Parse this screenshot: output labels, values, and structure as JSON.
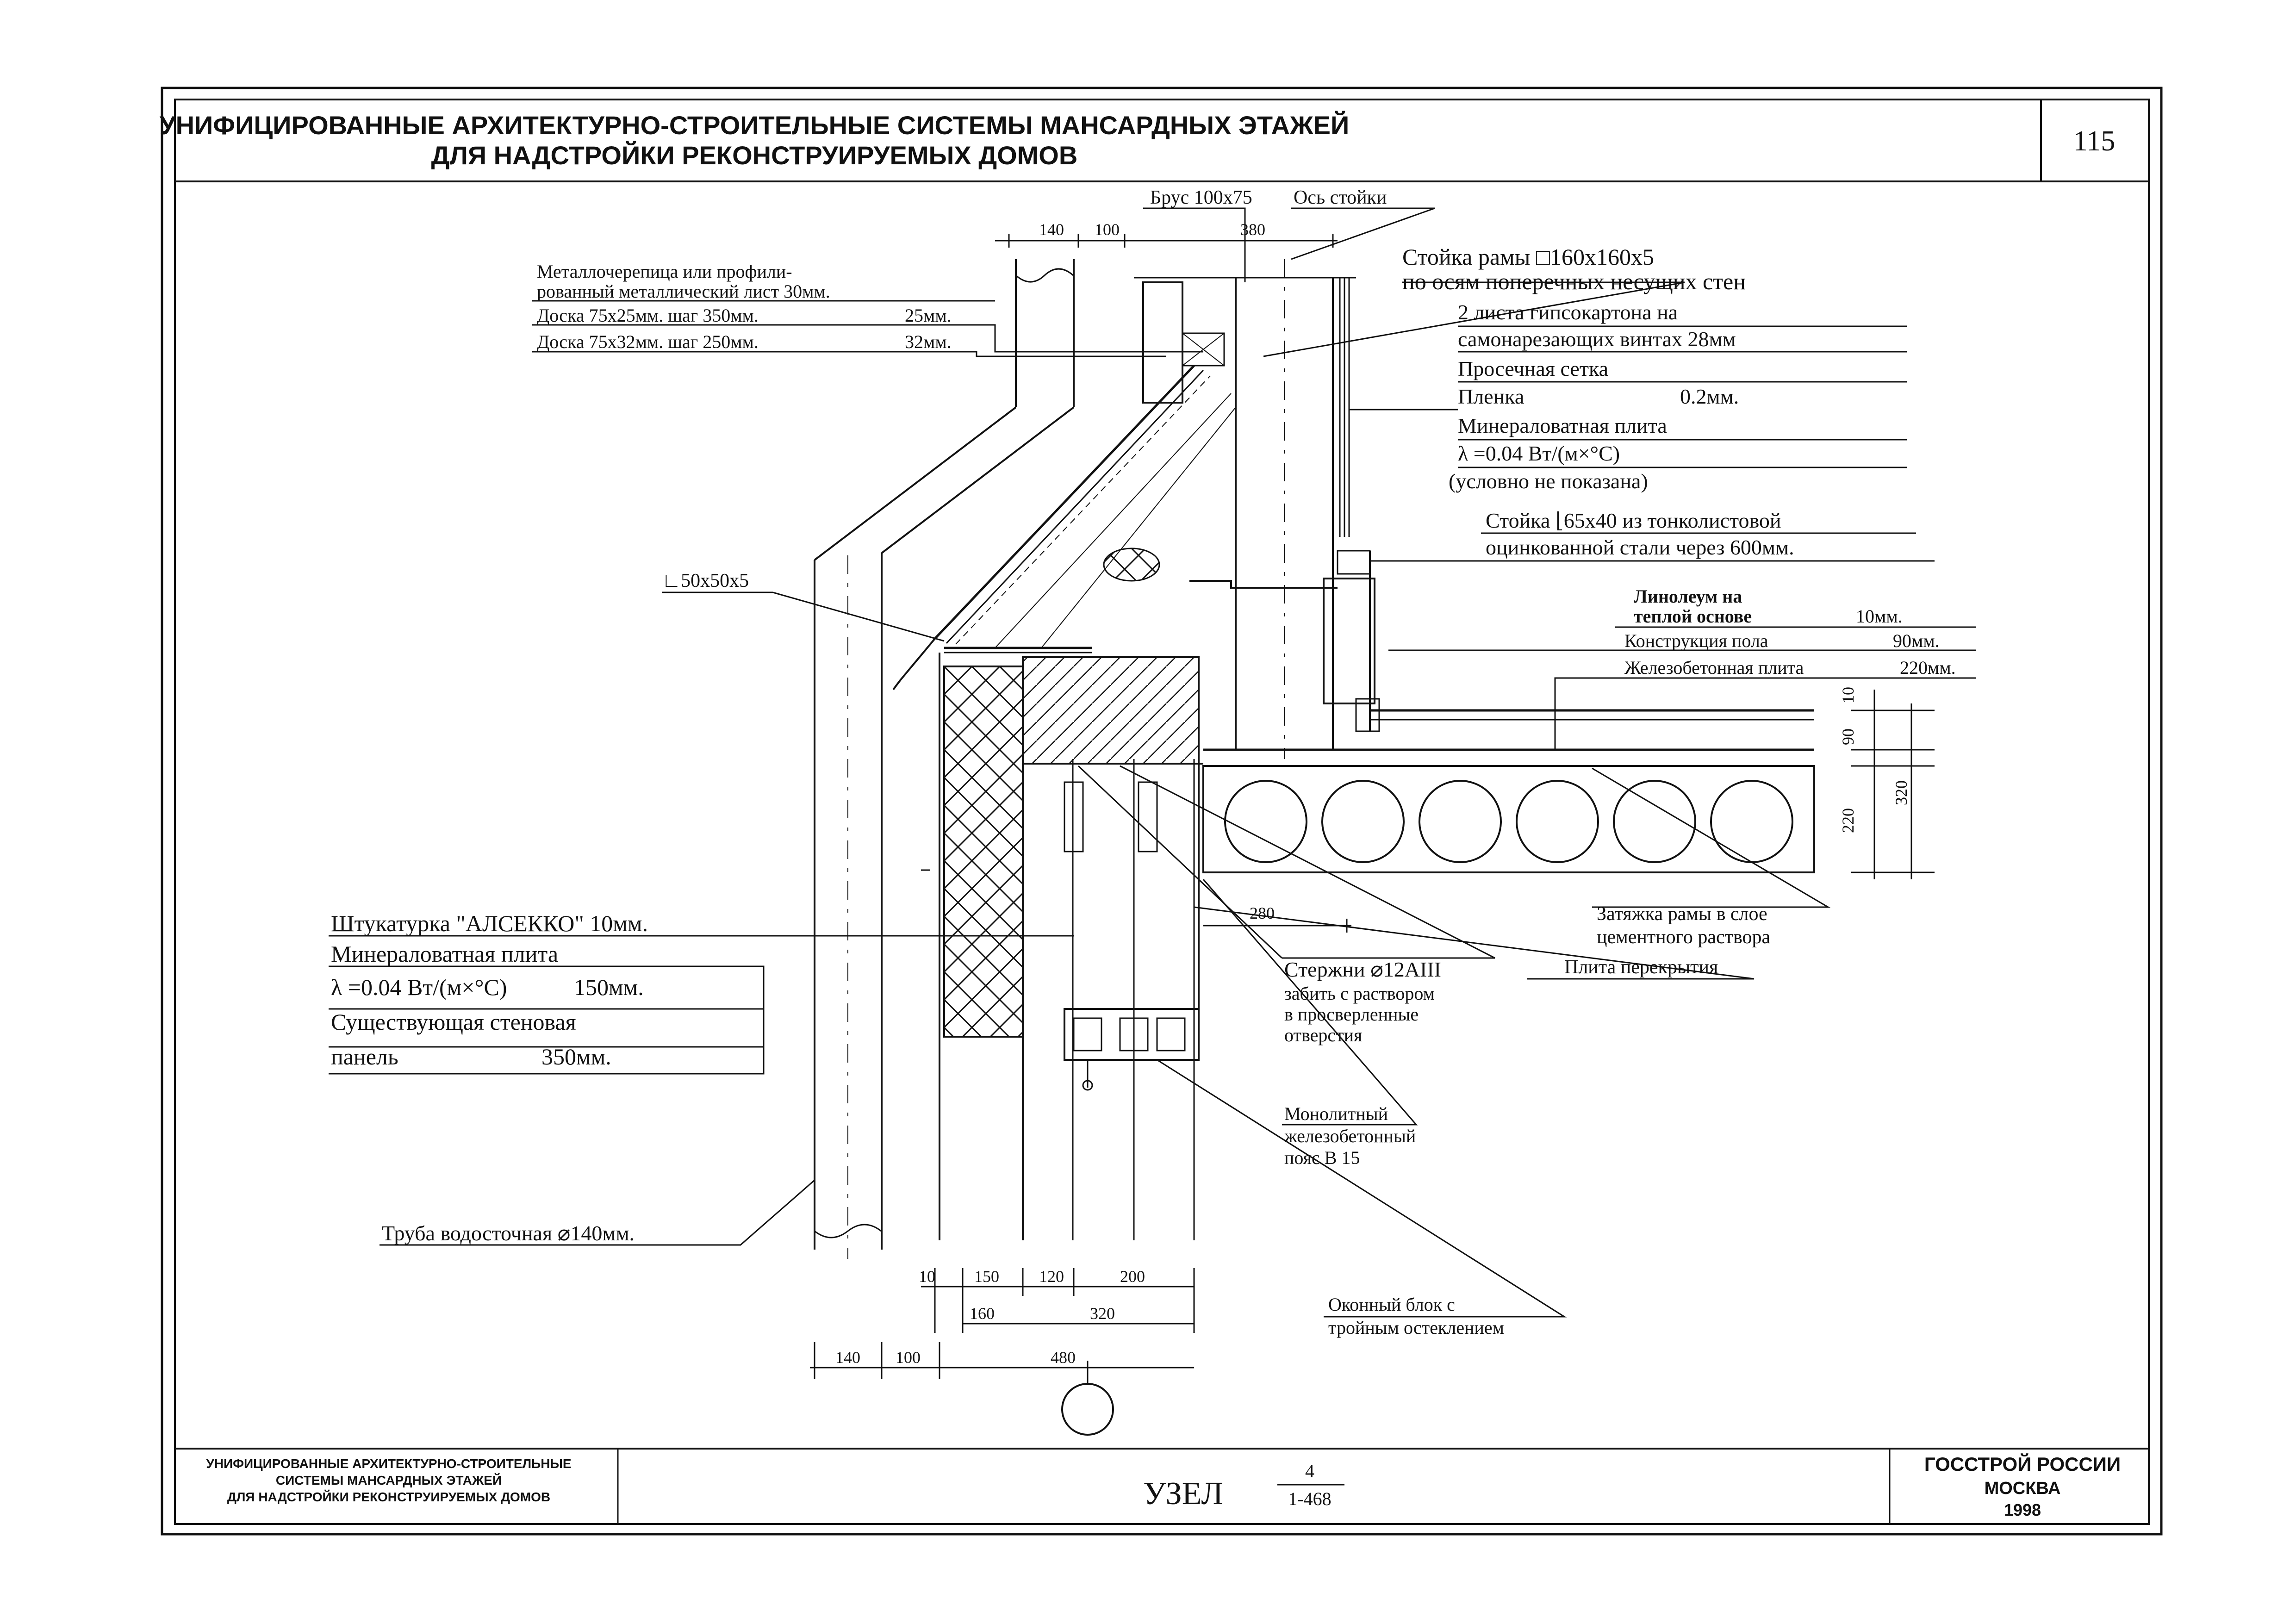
{
  "colors": {
    "ink": "#111111",
    "paper": "#ffffff"
  },
  "header": {
    "title_line1": "УНИФИЦИРОВАННЫЕ АРХИТЕКТУРНО-СТРОИТЕЛЬНЫЕ СИСТЕМЫ МАНСАРДНЫХ ЭТАЖЕЙ",
    "title_line2": "ДЛЯ НАДСТРОЙКИ РЕКОНСТРУИРУЕМЫХ ДОМОВ",
    "sheet_number": "115"
  },
  "labels": {
    "brus": "Брус 100х75",
    "axis": "Ось стойки",
    "roof_1": "Металлочерепица или профили-",
    "roof_2": "рованный металлический лист  30мм.",
    "board1_name": "Доска 75х25мм. шаг 350мм.",
    "board1_size": "25мм.",
    "board2_name": "Доска 75х32мм. шаг 250мм.",
    "board2_size": "32мм.",
    "post_1": "Стойка рамы □160х160х5",
    "post_2": "по осям поперечных несущих стен",
    "gyp_1": "2 листа гипсокартона на",
    "gyp_2": "самонарезающих винтах  28мм",
    "mesh": "Просечная сетка",
    "film_name": "Пленка",
    "film_size": "0.2мм.",
    "mw_1": "Минераловатная плита",
    "mw_2": "λ =0.04 Вт/(м×°С)",
    "mw_3": "(условно не показана)",
    "stud_1": "Стойка  ⌊65х40 из тонколистовой",
    "stud_2": "оцинкованной стали через 600мм.",
    "angle": "∟50х50х5",
    "lino_1": "Линолеум на",
    "lino_2": "теплой основе",
    "lino_size": "10мм.",
    "floor_name": "Конструкция пола",
    "floor_size": "90мм.",
    "slab_name": "Железобетонная плита",
    "slab_size": "220мм.",
    "plaster": "Штукатурка \"АЛСЕККО\"  10мм.",
    "wall_mw_1": "Минераловатная плита",
    "wall_mw_2": "λ =0.04 Вт/(м×°С)",
    "wall_mw_size": "150мм.",
    "panel_1": "Существующая стеновая",
    "panel_2": "панель",
    "panel_size": "350мм.",
    "tie_1": "Затяжка рамы в слое",
    "tie_2": "цементного раствора",
    "floor_slab": "Плита перекрытия",
    "rod_1": "Стержни ⌀12AIII",
    "rod_2": "забить с раствором",
    "rod_3": "в просверленные",
    "rod_4": "отверстия",
    "belt_1": "Монолитный",
    "belt_2": "железобетонный",
    "belt_3": "пояс В 15",
    "pipe": "Труба водосточная ⌀140мм.",
    "window_1": "Оконный блок с",
    "window_2": "тройным остеклением"
  },
  "dims": {
    "top_140": "140",
    "top_100": "100",
    "top_380": "380",
    "mid_280": "280",
    "b_10": "10",
    "b_150": "150",
    "b_120": "120",
    "b_200": "200",
    "b_160": "160",
    "b_320": "320",
    "bb_140": "140",
    "bb_100": "100",
    "bb_480": "480",
    "v_10": "10",
    "v_90": "90",
    "v_220": "220",
    "v_320": "320"
  },
  "stamp": {
    "left_1": "УНИФИЦИРОВАННЫЕ АРХИТЕКТУРНО-СТРОИТЕЛЬНЫЕ",
    "left_2": "СИСТЕМЫ МАНСАРДНЫХ ЭТАЖЕЙ",
    "left_3": "ДЛЯ НАДСТРОЙКИ РЕКОНСТРУИРУЕМЫХ ДОМОВ",
    "node_label": "УЗЕЛ",
    "node_num": "4",
    "node_ref": "1-468",
    "org_1": "ГОССТРОЙ РОССИИ",
    "org_2": "МОСКВА",
    "year": "1998"
  }
}
